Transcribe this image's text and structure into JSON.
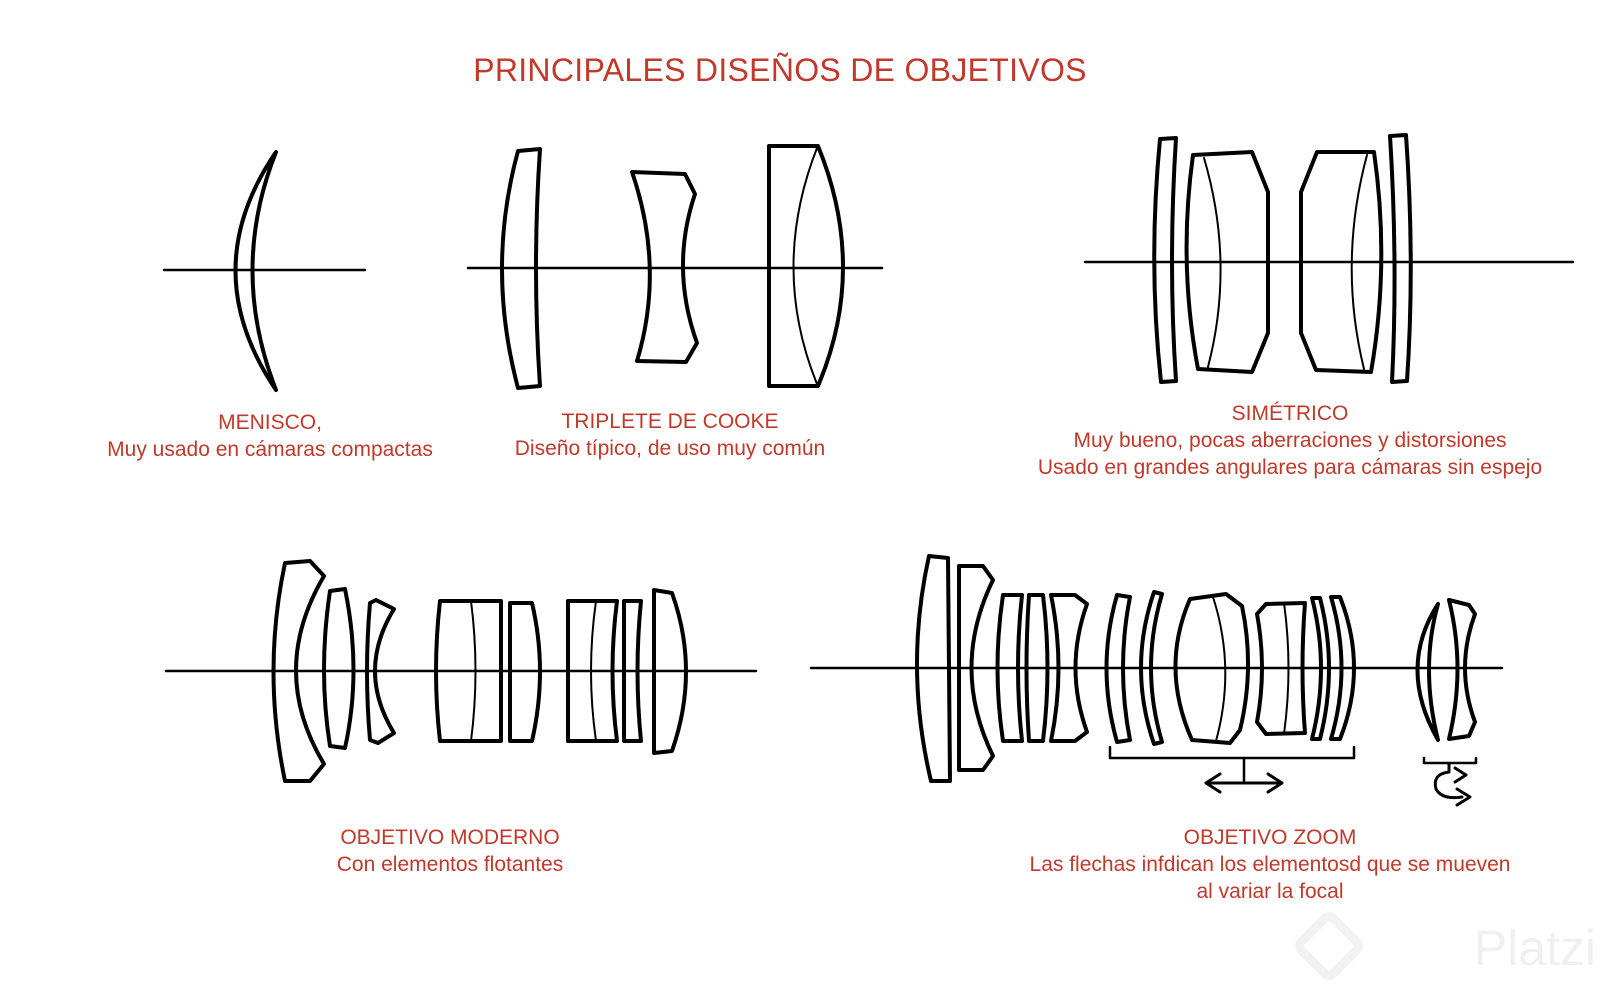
{
  "title": "PRINCIPALES DISEÑOS DE OBJETIVOS",
  "designs": [
    {
      "name": "MENISCO,",
      "desc": [
        "Muy usado en cámaras compactas"
      ]
    },
    {
      "name": "TRIPLETE DE COOKE",
      "desc": [
        "Diseño típico, de uso muy común"
      ]
    },
    {
      "name": "SIMÉTRICO",
      "desc": [
        "Muy bueno, pocas aberraciones y distorsiones",
        "Usado en grandes angulares para cámaras sin espejo"
      ]
    },
    {
      "name": "OBJETIVO MODERNO",
      "desc": [
        "Con elementos flotantes"
      ]
    },
    {
      "name": "OBJETIVO ZOOM",
      "desc": [
        "Las flechas infdican los elementosd que se mueven",
        "al variar la focal"
      ]
    }
  ],
  "watermark": "Platzi",
  "colors": {
    "caption": "#c0392b",
    "ink": "#000000"
  }
}
